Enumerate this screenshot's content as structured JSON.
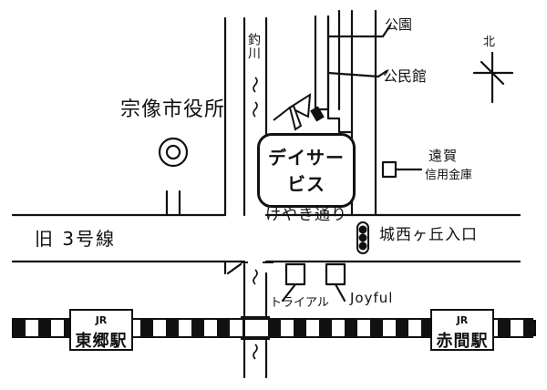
{
  "map": {
    "city_hall_label": "宗像市役所",
    "river_label": "釣川",
    "road_label": "旧 3号線",
    "north_label": "北",
    "facility": {
      "name": "デイサービス",
      "subname": "けやき通り"
    },
    "landmarks": {
      "park": "公園",
      "community_hall": "公民館",
      "bank_line1": "遠賀",
      "bank_line2": "信用金庫",
      "intersection": "城西ヶ丘入口",
      "trial": "トライアル",
      "joyful": "Joyful"
    },
    "stations": {
      "west": {
        "operator": "JR",
        "name": "東郷駅"
      },
      "east": {
        "operator": "JR",
        "name": "赤間駅"
      }
    },
    "colors": {
      "ink": "#111111",
      "paper": "#ffffff",
      "signal": "#111111"
    }
  }
}
